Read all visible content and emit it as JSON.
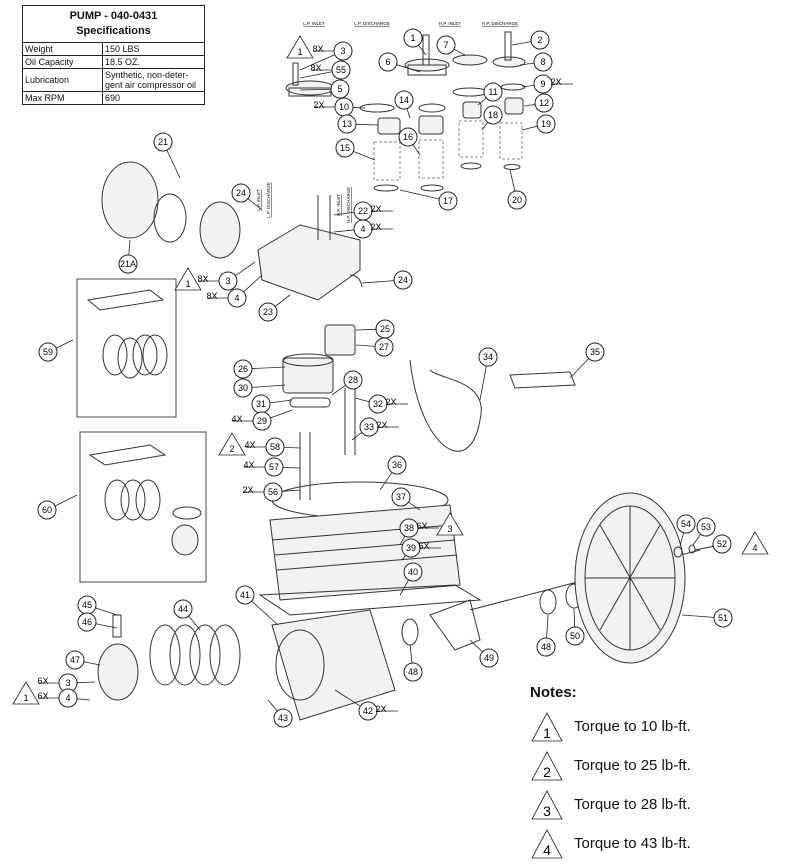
{
  "specs": {
    "title": "PUMP - 040-0431",
    "subtitle": "Specifications",
    "rows": [
      {
        "label": "Weight",
        "value": "150 LBS"
      },
      {
        "label": "Oil Capacity",
        "value": "18.5 OZ."
      },
      {
        "label": "Lubrication",
        "value": "Synthetic, non-deter-gent air compressor oil"
      },
      {
        "label": "Max RPM",
        "value": "690"
      }
    ]
  },
  "port_labels": [
    "L.P. INLET",
    "L.P. DISCHARGE",
    "H.P. INLET",
    "H.P. DISCHARGE",
    "L.P. INLET",
    "L.P. DISCHARGE",
    "H.P. INLET",
    "H.P. DISCHARGE"
  ],
  "callouts": [
    {
      "num": "1"
    },
    {
      "num": "2"
    },
    {
      "num": "3",
      "qty": "8X"
    },
    {
      "num": "55",
      "qty": "8X"
    },
    {
      "num": "5"
    },
    {
      "num": "6"
    },
    {
      "num": "7"
    },
    {
      "num": "8"
    },
    {
      "num": "9",
      "qty": "2X"
    },
    {
      "num": "11"
    },
    {
      "num": "12"
    },
    {
      "num": "10",
      "qty": "2X"
    },
    {
      "num": "14"
    },
    {
      "num": "13"
    },
    {
      "num": "18"
    },
    {
      "num": "19"
    },
    {
      "num": "15"
    },
    {
      "num": "16"
    },
    {
      "num": "17"
    },
    {
      "num": "20"
    },
    {
      "num": "21"
    },
    {
      "num": "24"
    },
    {
      "num": "22",
      "qty": "2X"
    },
    {
      "num": "4",
      "qty": "2X"
    },
    {
      "num": "21A"
    },
    {
      "num": "3",
      "qty": "8X"
    },
    {
      "num": "4",
      "qty": "8X"
    },
    {
      "num": "23"
    },
    {
      "num": "24"
    },
    {
      "num": "59"
    },
    {
      "num": "25"
    },
    {
      "num": "27"
    },
    {
      "num": "26"
    },
    {
      "num": "30"
    },
    {
      "num": "28"
    },
    {
      "num": "31"
    },
    {
      "num": "32",
      "qty": "2X"
    },
    {
      "num": "29",
      "qty": "4X"
    },
    {
      "num": "33",
      "qty": "2X"
    },
    {
      "num": "58",
      "qty": "4X"
    },
    {
      "num": "57",
      "qty": "4X"
    },
    {
      "num": "36"
    },
    {
      "num": "56",
      "qty": "2X"
    },
    {
      "num": "37"
    },
    {
      "num": "60"
    },
    {
      "num": "38",
      "qty": "6X"
    },
    {
      "num": "39",
      "qty": "6X"
    },
    {
      "num": "40"
    },
    {
      "num": "34"
    },
    {
      "num": "35"
    },
    {
      "num": "54"
    },
    {
      "num": "53"
    },
    {
      "num": "52"
    },
    {
      "num": "51"
    },
    {
      "num": "41"
    },
    {
      "num": "44"
    },
    {
      "num": "45"
    },
    {
      "num": "46"
    },
    {
      "num": "47"
    },
    {
      "num": "3",
      "qty": "6X"
    },
    {
      "num": "4",
      "qty": "6X"
    },
    {
      "num": "48"
    },
    {
      "num": "49"
    },
    {
      "num": "48"
    },
    {
      "num": "50"
    },
    {
      "num": "43"
    },
    {
      "num": "42",
      "qty": "2X"
    }
  ],
  "torque_marks": [
    "1",
    "1",
    "2",
    "3",
    "4",
    "1"
  ],
  "notes": {
    "title": "Notes:",
    "items": [
      {
        "mark": "1",
        "text": "Torque to 10 lb-ft."
      },
      {
        "mark": "2",
        "text": "Torque to 25 lb-ft."
      },
      {
        "mark": "3",
        "text": "Torque to 28 lb-ft."
      },
      {
        "mark": "4",
        "text": "Torque to 43 lb-ft."
      }
    ]
  }
}
